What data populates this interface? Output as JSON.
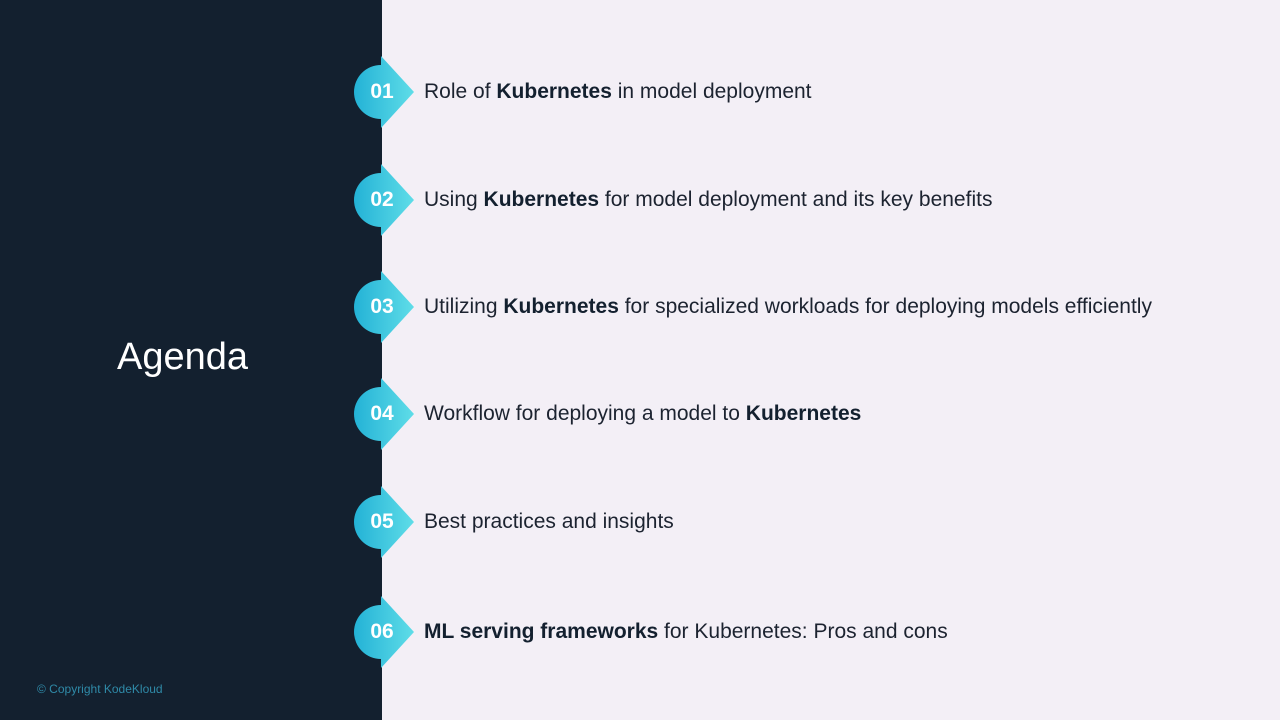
{
  "title": "Agenda",
  "copyright": "© Copyright KodeKloud",
  "colors": {
    "dark": "#13202f",
    "light": "#f3eff6",
    "badge_from": "#23b2d6",
    "badge_to": "#5fdde8"
  },
  "items": [
    {
      "num": "01",
      "parts": [
        {
          "t": "Role of ",
          "b": false
        },
        {
          "t": "Kubernetes",
          "b": true
        },
        {
          "t": " in model deployment",
          "b": false
        }
      ]
    },
    {
      "num": "02",
      "parts": [
        {
          "t": "Using ",
          "b": false
        },
        {
          "t": "Kubernetes",
          "b": true
        },
        {
          "t": " for model deployment and its key benefits",
          "b": false
        }
      ]
    },
    {
      "num": "03",
      "parts": [
        {
          "t": "Utilizing ",
          "b": false
        },
        {
          "t": "Kubernetes",
          "b": true
        },
        {
          "t": " for specialized workloads for deploying models efficiently",
          "b": false
        }
      ]
    },
    {
      "num": "04",
      "parts": [
        {
          "t": "Workflow for deploying a model to ",
          "b": false
        },
        {
          "t": "Kubernetes",
          "b": true
        },
        {
          "t": "",
          "b": false
        }
      ]
    },
    {
      "num": "05",
      "parts": [
        {
          "t": "Best practices and insights",
          "b": false
        },
        {
          "t": "",
          "b": true
        },
        {
          "t": "",
          "b": false
        }
      ]
    },
    {
      "num": "06",
      "parts": [
        {
          "t": "",
          "b": false
        },
        {
          "t": "ML serving frameworks",
          "b": true
        },
        {
          "t": " for Kubernetes: Pros and cons",
          "b": false
        }
      ]
    }
  ]
}
